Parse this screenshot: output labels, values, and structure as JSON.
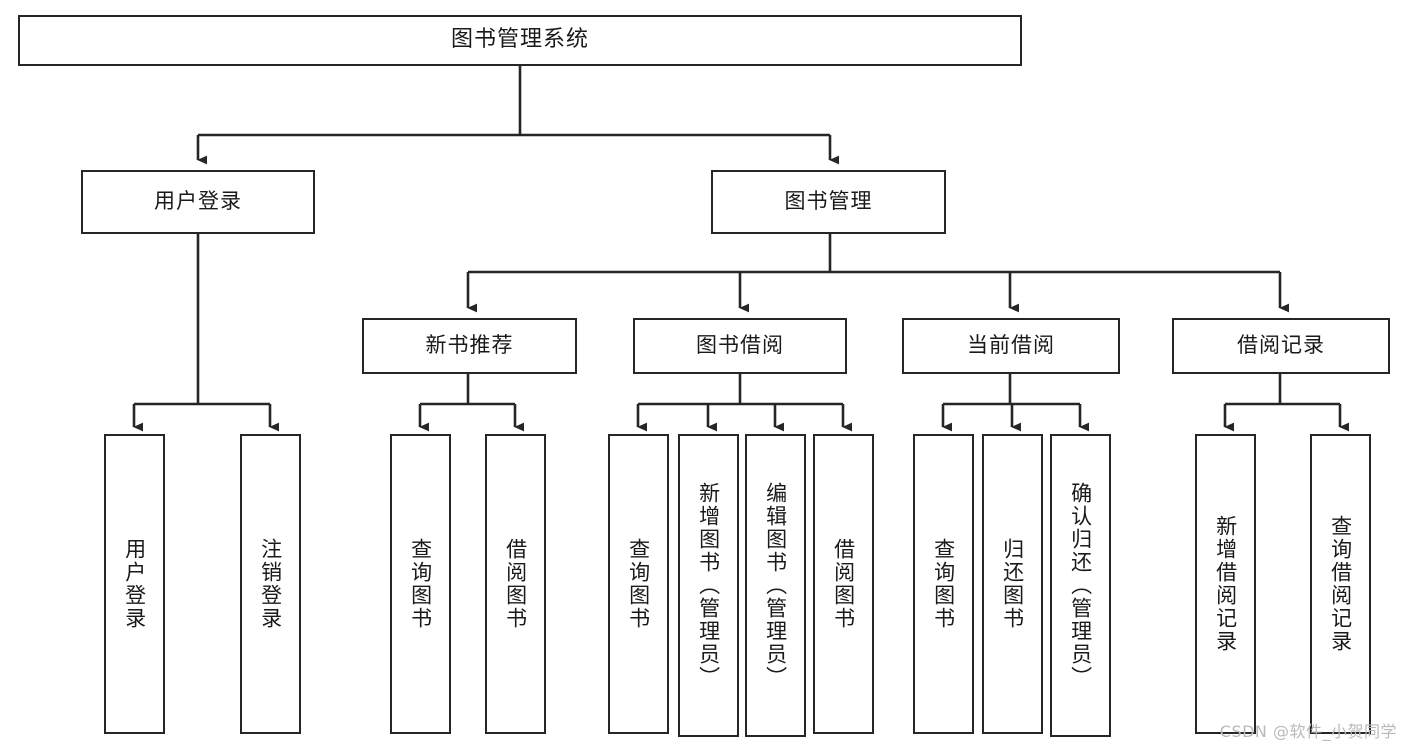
{
  "diagram": {
    "title": "图书管理系统",
    "type": "tree",
    "watermark": "CSDN @软件_小贺同学",
    "colors": {
      "box_border": "#262626",
      "box_fill": "#ffffff",
      "line": "#262626",
      "text": "#1a1a1a",
      "watermark": "#b9b9b9"
    },
    "root": {
      "label": "图书管理系统",
      "name": "node-root"
    },
    "level2": [
      {
        "name": "node-user-login",
        "label": "用户登录"
      },
      {
        "name": "node-book-management",
        "label": "图书管理"
      }
    ],
    "level3": [
      {
        "name": "node-new-book-recommend",
        "label": "新书推荐",
        "parent": "node-book-management"
      },
      {
        "name": "node-book-borrow",
        "label": "图书借阅",
        "parent": "node-book-management"
      },
      {
        "name": "node-current-borrow",
        "label": "当前借阅",
        "parent": "node-book-management"
      },
      {
        "name": "node-borrow-record",
        "label": "借阅记录",
        "parent": "node-book-management"
      }
    ],
    "leaves": [
      {
        "name": "leaf-user-login",
        "label": "用户登录",
        "parent": "node-user-login"
      },
      {
        "name": "leaf-logout-login",
        "label": "注销登录",
        "parent": "node-user-login"
      },
      {
        "name": "leaf-query-book-rec",
        "label": "查询图书",
        "parent": "node-new-book-recommend"
      },
      {
        "name": "leaf-borrow-book-rec",
        "label": "借阅图书",
        "parent": "node-new-book-recommend"
      },
      {
        "name": "leaf-query-book-borrow",
        "label": "查询图书",
        "parent": "node-book-borrow"
      },
      {
        "name": "leaf-add-book-admin",
        "label": "新增图书（管理员）",
        "parent": "node-book-borrow"
      },
      {
        "name": "leaf-edit-book-admin",
        "label": "编辑图书（管理员）",
        "parent": "node-book-borrow"
      },
      {
        "name": "leaf-borrow-book",
        "label": "借阅图书",
        "parent": "node-book-borrow"
      },
      {
        "name": "leaf-query-book-current",
        "label": "查询图书",
        "parent": "node-current-borrow"
      },
      {
        "name": "leaf-return-book",
        "label": "归还图书",
        "parent": "node-current-borrow"
      },
      {
        "name": "leaf-confirm-return-admin",
        "label": "确认归还（管理员）",
        "parent": "node-current-borrow"
      },
      {
        "name": "leaf-add-borrow-record",
        "label": "新增借阅记录",
        "parent": "node-borrow-record"
      },
      {
        "name": "leaf-query-borrow-record",
        "label": "查询借阅记录",
        "parent": "node-borrow-record"
      }
    ]
  }
}
